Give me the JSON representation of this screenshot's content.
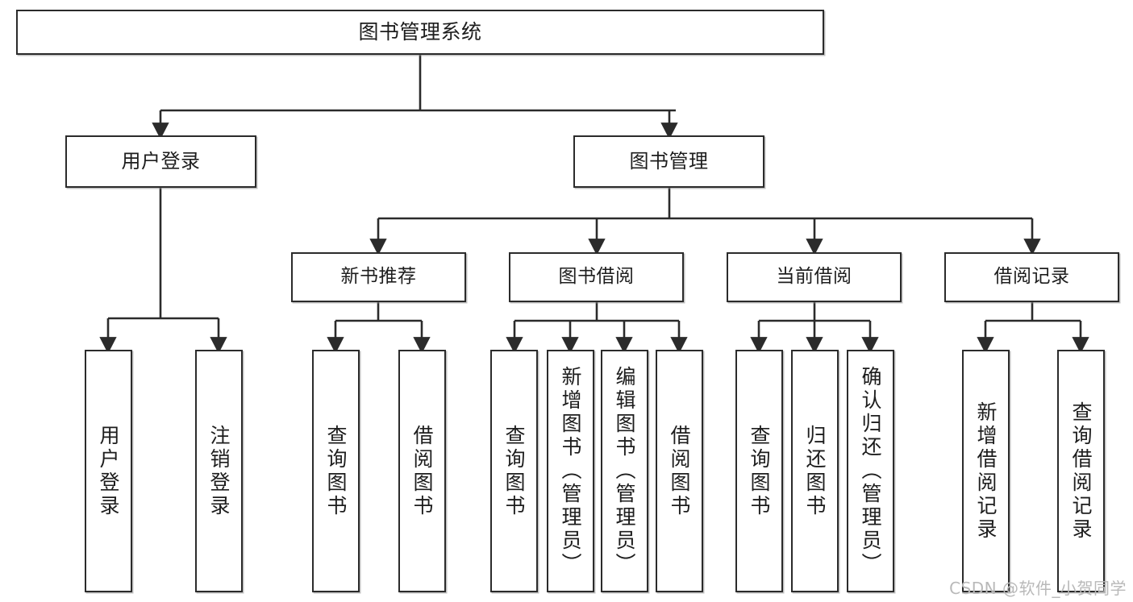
{
  "diagram": {
    "title": "图书管理系统",
    "type": "tree",
    "watermark": "CSDN @软件_小贺同学",
    "colors": {
      "border": "#2b2b2b",
      "fill": "#ffffff",
      "text": "#1d1d1d",
      "connector": "#2b2b2b",
      "watermark": "#b9b9b9",
      "shadow": "#8c8c8c"
    },
    "nodes": {
      "root": {
        "label": "图书管理系统"
      },
      "level2": [
        {
          "label": "用户登录"
        },
        {
          "label": "图书管理"
        }
      ],
      "level3": [
        {
          "label": "新书推荐"
        },
        {
          "label": "图书借阅"
        },
        {
          "label": "当前借阅"
        },
        {
          "label": "借阅记录"
        }
      ],
      "leaves": {
        "user_login": [
          {
            "label": "用户登录"
          },
          {
            "label": "注销登录"
          }
        ],
        "new_book_recommend": [
          {
            "label": "查询图书"
          },
          {
            "label": "借阅图书"
          }
        ],
        "book_borrow": [
          {
            "label": "查询图书"
          },
          {
            "label": "新增图书（管理员）"
          },
          {
            "label": "编辑图书（管理员）"
          },
          {
            "label": "借阅图书"
          }
        ],
        "current_borrow": [
          {
            "label": "查询图书"
          },
          {
            "label": "归还图书"
          },
          {
            "label": "确认归还（管理员）"
          }
        ],
        "borrow_record": [
          {
            "label": "新增借阅记录"
          },
          {
            "label": "查询借阅记录"
          }
        ]
      }
    }
  }
}
